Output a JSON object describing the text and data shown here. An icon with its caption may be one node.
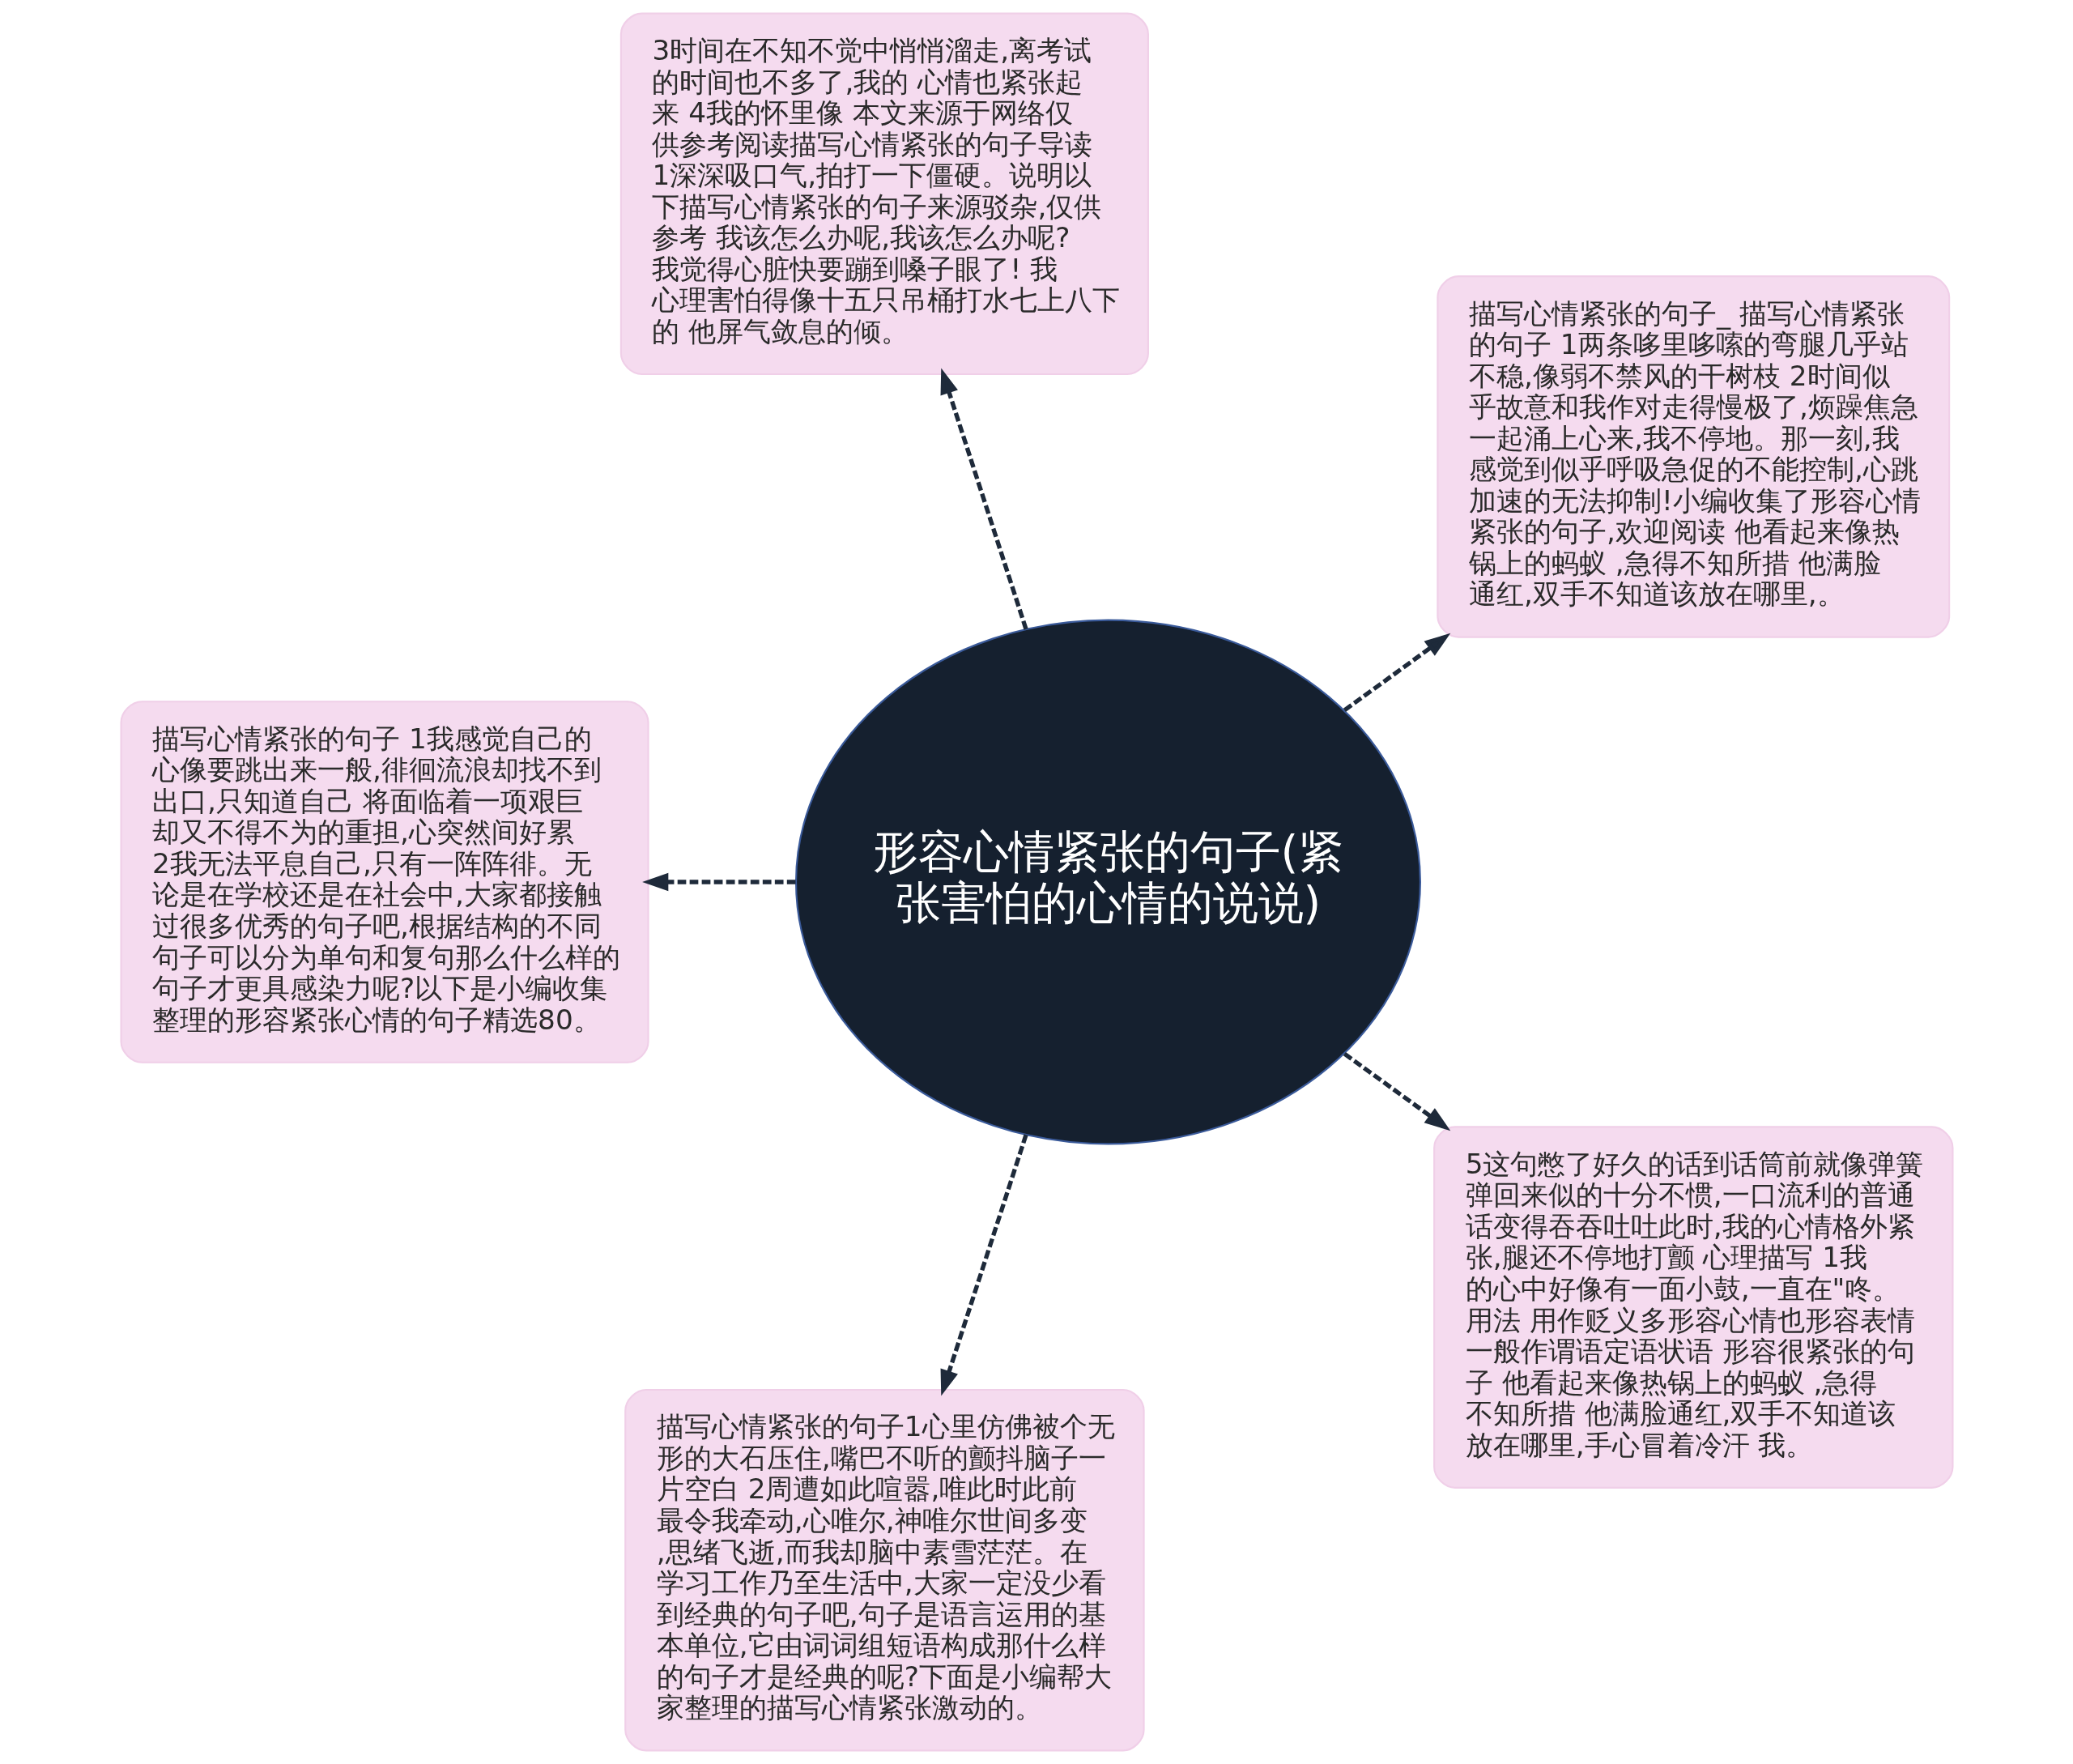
{
  "diagram": {
    "nodes": [
      {
        "text": [
          "形容心情紧张的句子(紧张害怕的心情的说说)"
        ]
      },
      {
        "text": [
          "描写心情紧张的句子_ 描写心情紧张的句子 1两条哆里哆嗦的弯腿几乎站不稳,像弱不禁风的干树枝 2时间似乎故意和我作对走得慢极了,烦躁焦急一起涌上心来,我不停地。那一刻,我感觉到似乎呼吸急促的不能控制,心跳加速的无法抑制!小编收集了形容心情紧张的句子,欢迎阅读 他看起来像热锅上的蚂蚁 ,急得不知所措 他满脸通红,双手不知道该放在哪里,。"
        ]
      },
      {
        "text": [
          "3时间在不知不觉中悄悄溜走,离考试的时间也不多了,我的 心情也紧张起来 4我的怀里像 本文来源于网络仅供参考阅读描写心情紧张的句子导读 1深深吸口气,拍打一下僵硬。说明以下描写心情紧张的句子来源驳杂,仅供参考 我该怎么办呢,我该怎么办呢? 我觉得心脏快要蹦到嗓子眼了! 我心理害怕得像十五只吊桶打水七上八下的 他屏气敛息的倾。"
        ]
      },
      {
        "text": [
          "描写心情紧张的句子 1我感觉自己的心像要跳出来一般,徘徊流浪却找不到出口,只知道自己 将面临着一项艰巨却又不得不为的重担,心突然间好累 2我无法平息自己,只有一阵阵徘。无论是在学校还是在社会中,大家都接触过很多优秀的句子吧,根据结构的不同句子可以分为单句和复句那么什么样的句子才更具感染力呢?以下是小编收集整理的形容紧张心情的句子精选80。"
        ]
      },
      {
        "text": [
          "描写心情紧张的句子1心里仿佛被个无形的大石压住,嘴巴不听的颤抖脑子一片空白 2周遭如此喧嚣,唯此时此前最令我牵动,心唯尔,神唯尔世间多变,思绪飞逝,而我却脑中素雪茫茫。在学习工作乃至生活中,大家一定没少看到经典的句子吧,句子是语言运用的基本单位,它由词词组短语构成那什么样的句子才是经典的呢?下面是小编帮大家整理的描写心情紧张激动的。"
        ]
      },
      {
        "text": [
          "5这句憋了好久的话到话筒前就像弹簧弹回来似的十分不惯,一口流利的普通话变得吞吞吐吐此时,我的心情格外紧张,腿还不停地打颤 心理描写 1我的心中好像有一面小鼓,一直在\"咚。用法 用作贬义多形容心情也形容表情一般作谓语定语状语 形容很紧张的句子 他看起来像热锅上的蚂蚁 ,急得不知所措 他满脸通红,双手不知道该放在哪里,手心冒着冷汗 我。"
        ]
      }
    ],
    "edges": [
      {
        "from": 0,
        "to": 1,
        "arrow": "to",
        "style": "dashed"
      },
      {
        "from": 0,
        "to": 2,
        "arrow": "to",
        "style": "dashed"
      },
      {
        "from": 0,
        "to": 3,
        "arrow": "to",
        "style": "dashed"
      },
      {
        "from": 0,
        "to": 4,
        "arrow": "to",
        "style": "dashed"
      },
      {
        "from": 0,
        "to": 5,
        "arrow": "to",
        "style": "dashed"
      }
    ]
  }
}
